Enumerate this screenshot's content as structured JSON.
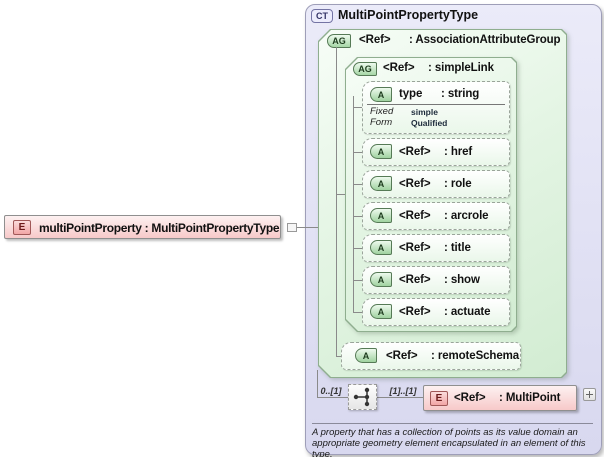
{
  "left_element": {
    "badge": "E",
    "label": "multiPointProperty : MultiPointPropertyType"
  },
  "complex_type": {
    "badge": "CT",
    "title": "MultiPointPropertyType"
  },
  "assoc_group": {
    "badge": "AG",
    "ref": "<Ref>",
    "name": ": AssociationAttributeGroup"
  },
  "simple_link": {
    "badge": "AG",
    "ref": "<Ref>",
    "name": ": simpleLink"
  },
  "type_attr": {
    "badge": "A",
    "name": "type",
    "type": ": string",
    "facts": [
      {
        "label": "Fixed",
        "value": "simple"
      },
      {
        "label": "Form",
        "value": "Qualified"
      }
    ]
  },
  "attrs": [
    {
      "badge": "A",
      "ref": "<Ref>",
      "name": ": href"
    },
    {
      "badge": "A",
      "ref": "<Ref>",
      "name": ": role"
    },
    {
      "badge": "A",
      "ref": "<Ref>",
      "name": ": arcrole"
    },
    {
      "badge": "A",
      "ref": "<Ref>",
      "name": ": title"
    },
    {
      "badge": "A",
      "ref": "<Ref>",
      "name": ": show"
    },
    {
      "badge": "A",
      "ref": "<Ref>",
      "name": ": actuate"
    }
  ],
  "remote_schema": {
    "badge": "A",
    "ref": "<Ref>",
    "name": ": remoteSchema"
  },
  "content_model": {
    "icon": "sequence-icon",
    "min_label": "0..[1]",
    "max_label": "[1]..[1]"
  },
  "multipoint_element": {
    "badge": "E",
    "ref": "<Ref>",
    "name": ": MultiPoint"
  },
  "annotation": "A property that has a collection of points as its value domain an appropriate geometry element encapsulated in an element of this type.",
  "colors": {
    "container_bg": "#dcdcf0",
    "group_fill": "#e4f5e4",
    "group_border": "#8fae8f",
    "element_fill": "#f7c9c9",
    "element_border": "#a05858",
    "line": "#8a8a8a"
  }
}
